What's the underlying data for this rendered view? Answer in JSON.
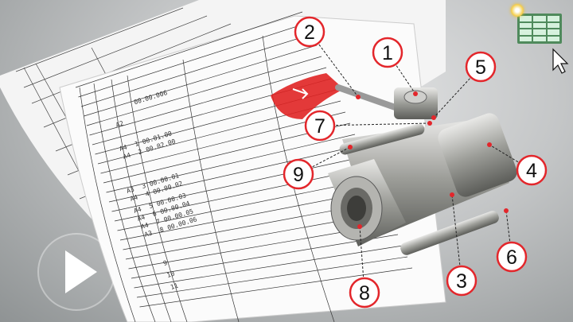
{
  "spec_sheet": {
    "rows": [
      {
        "format": "",
        "pos": "",
        "designation": "00.00.006"
      },
      {
        "format": "A2",
        "pos": "",
        "designation": ""
      },
      {
        "format": "A4",
        "pos": "1",
        "designation": "00.01.00"
      },
      {
        "format": "A4",
        "pos": "2",
        "designation": "00.02.00"
      },
      {
        "format": "A3",
        "pos": "3",
        "designation": "00.00.01"
      },
      {
        "format": "A4",
        "pos": "4",
        "designation": "00.00.02"
      },
      {
        "format": "A4",
        "pos": "5",
        "designation": "00.00.03"
      },
      {
        "format": "A4",
        "pos": "6",
        "designation": "00.00.04"
      },
      {
        "format": "A4",
        "pos": "7",
        "designation": "00.00.05"
      },
      {
        "format": "A3",
        "pos": "8",
        "designation": "00.00.06"
      },
      {
        "format": "",
        "pos": "9",
        "designation": ""
      },
      {
        "format": "",
        "pos": "10",
        "designation": ""
      },
      {
        "format": "",
        "pos": "11",
        "designation": ""
      }
    ]
  },
  "callouts": [
    "1",
    "2",
    "3",
    "4",
    "5",
    "6",
    "7",
    "8",
    "9"
  ],
  "colors": {
    "callout": "#e3262b",
    "handle": "#e02424",
    "table_icon": "#4f8a5c"
  },
  "icons": {
    "play": "play-icon",
    "table": "table-icon",
    "cursor": "cursor-icon"
  }
}
